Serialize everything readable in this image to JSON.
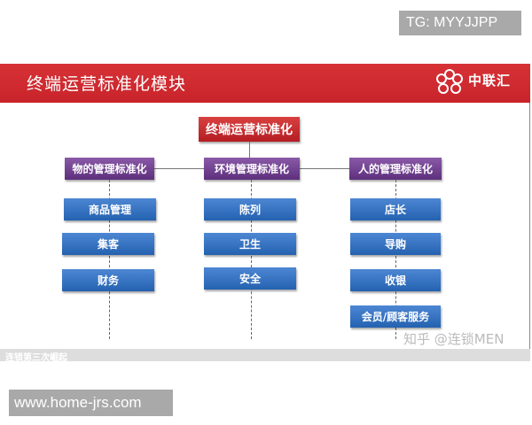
{
  "watermark_top": "TG: MYYJJPP",
  "watermark_bottom": "www.home-jrs.com",
  "slide": {
    "title": "终端运营标准化模块",
    "logo_text": "中联汇",
    "root": "终端运营标准化",
    "columns": [
      {
        "header": "物的管理标准化",
        "items": [
          "商品管理",
          "集客",
          "财务"
        ]
      },
      {
        "header": "环境管理标准化",
        "items": [
          "陈列",
          "卫生",
          "安全"
        ]
      },
      {
        "header": "人的管理标准化",
        "items": [
          "店长",
          "导购",
          "收银",
          "会员/顾客服务"
        ]
      }
    ],
    "footer_text": "连锁第三次崛起",
    "zhihu_watermark": "知乎 @连锁MEN"
  },
  "colors": {
    "band": "#d32f35",
    "root": "#c0282d",
    "header": "#6b3d8a",
    "item": "#2e6cbb"
  }
}
